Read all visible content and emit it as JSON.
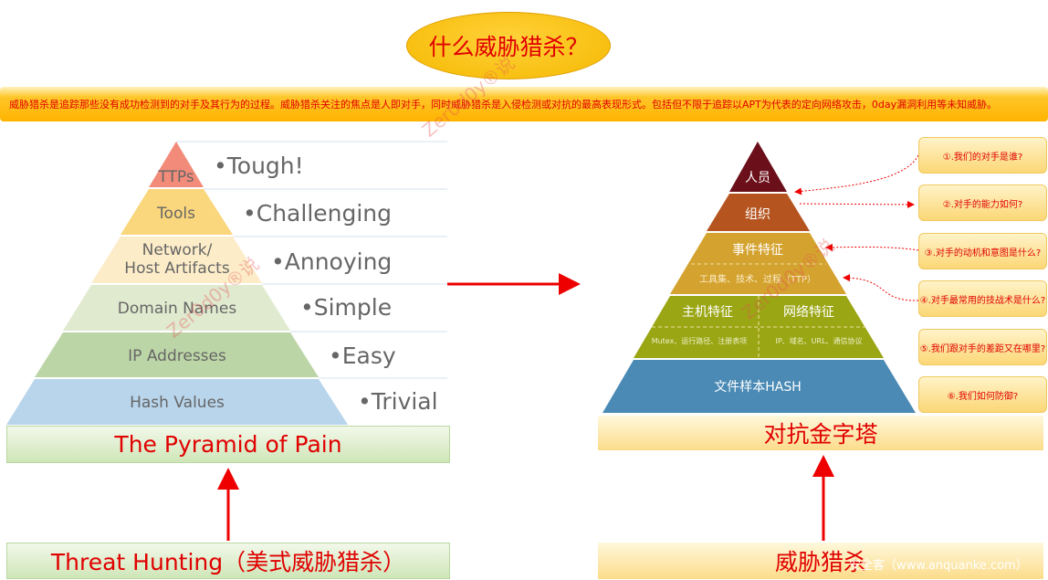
{
  "title": "什么威胁猎杀？",
  "banner": "威胁猎杀是追踪那些没有成功检测到的对手及其行为的过程。威胁猎杀关注的焦点是人即对手，同时威胁猎杀是入侵检测或对抗的最高表现形式。包括但不限于追踪以APT为代表的定向网络攻击，0day漏洞利用等未知威胁。",
  "left_pyramid": {
    "layers": [
      {
        "label": "TTPs",
        "pain": "•Tough!",
        "color": "#f28b7a"
      },
      {
        "label": "Tools",
        "pain": "•Challenging",
        "color": "#fad67c"
      },
      {
        "label": "Network/\nHost Artifacts",
        "pain": "•Annoying",
        "color": "#fcecc8"
      },
      {
        "label": "Domain Names",
        "pain": "•Simple",
        "color": "#e0eacf"
      },
      {
        "label": "IP Addresses",
        "pain": "•Easy",
        "color": "#bcd5a6"
      },
      {
        "label": "Hash Values",
        "pain": "•Trivial",
        "color": "#b8d5ec"
      }
    ],
    "caption": "The Pyramid of Pain"
  },
  "right_pyramid": {
    "people": "人员",
    "org": "组织",
    "event": "事件特征",
    "ttp": "工具集、技术、过程（TTP）",
    "host": "主机特征",
    "network": "网络特征",
    "host_detail": "Mutex、运行路径、注册表项",
    "network_detail": "IP、域名、URL、通信协议",
    "hash": "文件样本HASH",
    "caption": "对抗金字塔",
    "colors": {
      "people": "#6b0f1a",
      "org": "#b5541f",
      "event": "#d4a22e",
      "host": "#9aa614",
      "hash": "#4a8ab5"
    }
  },
  "questions": [
    "①.我们的对手是谁?",
    "②.对手的能力如何?",
    "③.对手的动机和意图是什么?",
    "④.对手最常用的技战术是什么?",
    "⑤.我们跟对手的差距又在哪里?",
    "⑥.我们如何防御?"
  ],
  "bottom_left": "Threat Hunting（美式威胁猎杀）",
  "bottom_right": "威胁猎杀",
  "watermark": "Zer0d0y®说",
  "site_watermark": "安全客（www.anquanke.com）"
}
